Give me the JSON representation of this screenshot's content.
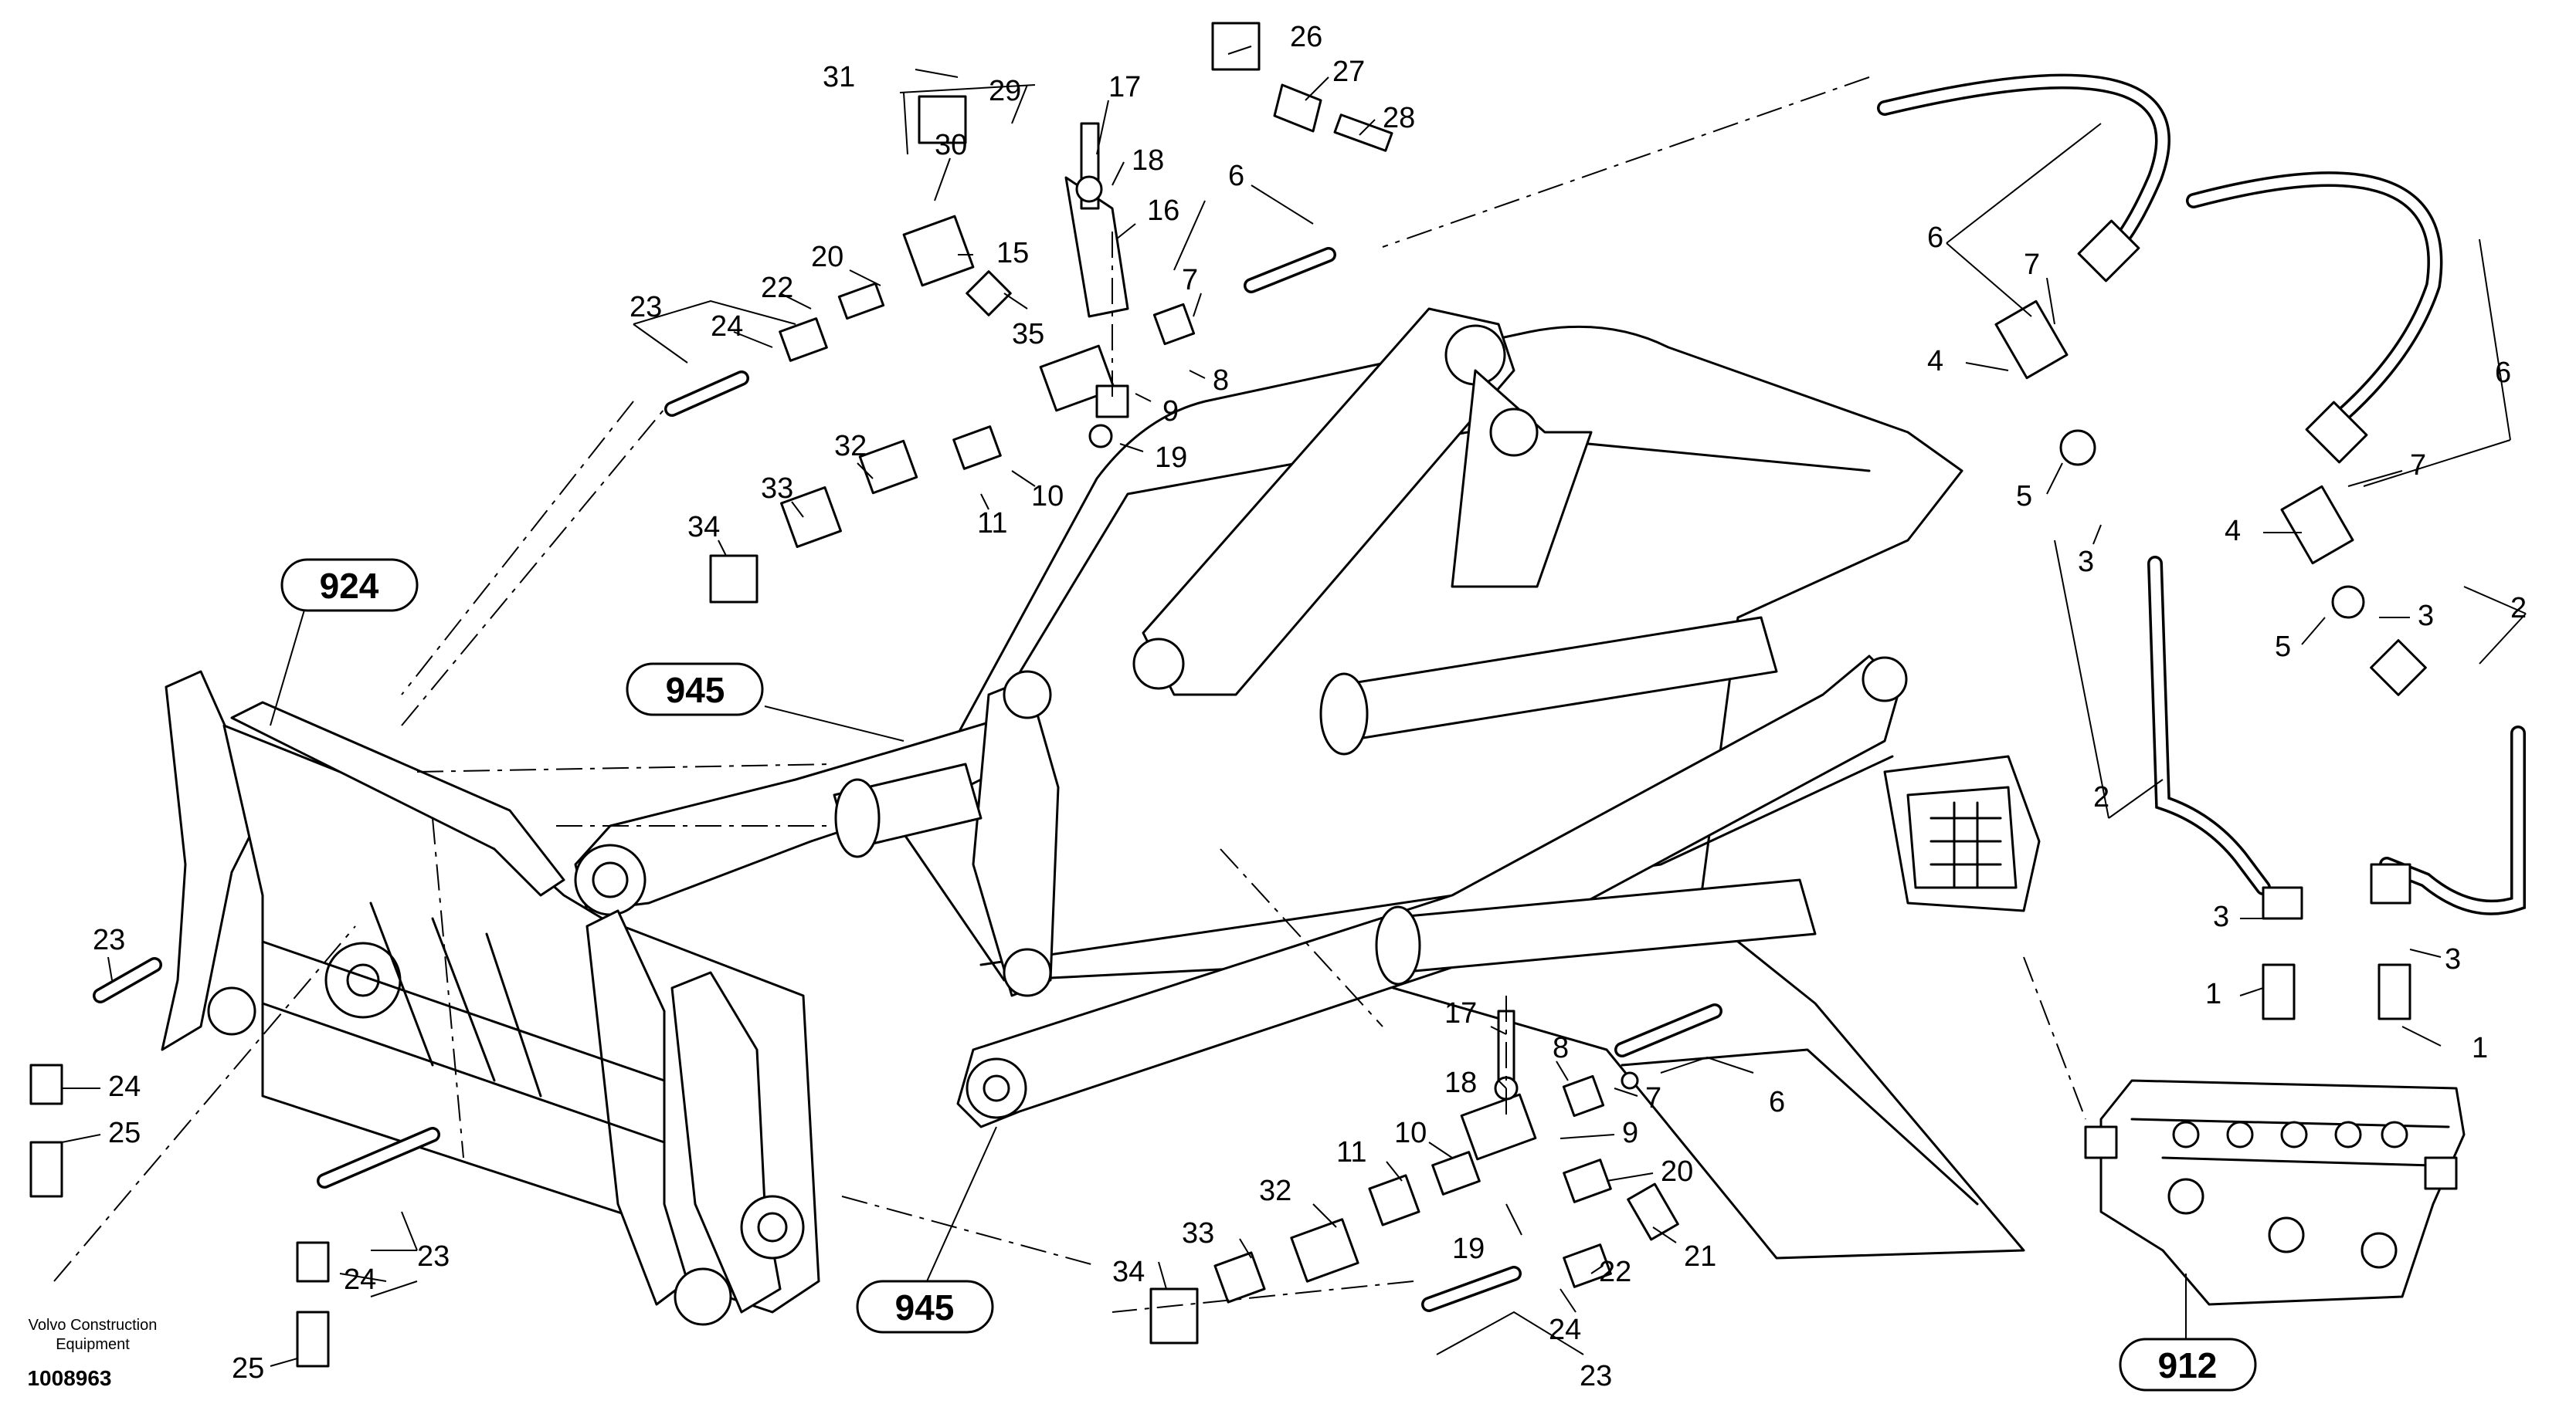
{
  "diagram": {
    "part_numbers": [
      {
        "label": "31"
      },
      {
        "label": "29"
      },
      {
        "label": "30"
      },
      {
        "label": "17"
      },
      {
        "label": "18"
      },
      {
        "label": "16"
      },
      {
        "label": "26"
      },
      {
        "label": "27"
      },
      {
        "label": "28"
      },
      {
        "label": "15"
      },
      {
        "label": "20"
      },
      {
        "label": "22"
      },
      {
        "label": "24"
      },
      {
        "label": "23"
      },
      {
        "label": "35"
      },
      {
        "label": "6"
      },
      {
        "label": "7"
      },
      {
        "label": "8"
      },
      {
        "label": "9"
      },
      {
        "label": "19"
      },
      {
        "label": "10"
      },
      {
        "label": "11"
      },
      {
        "label": "32"
      },
      {
        "label": "33"
      },
      {
        "label": "34"
      },
      {
        "label": "6"
      },
      {
        "label": "7"
      },
      {
        "label": "4"
      },
      {
        "label": "5"
      },
      {
        "label": "3"
      },
      {
        "label": "2"
      },
      {
        "label": "3"
      },
      {
        "label": "1"
      },
      {
        "label": "6"
      },
      {
        "label": "7"
      },
      {
        "label": "4"
      },
      {
        "label": "5"
      },
      {
        "label": "3"
      },
      {
        "label": "2"
      },
      {
        "label": "3"
      },
      {
        "label": "1"
      },
      {
        "label": "23"
      },
      {
        "label": "24"
      },
      {
        "label": "25"
      },
      {
        "label": "24"
      },
      {
        "label": "23"
      },
      {
        "label": "25"
      },
      {
        "label": "17"
      },
      {
        "label": "8"
      },
      {
        "label": "18"
      },
      {
        "label": "7"
      },
      {
        "label": "6"
      },
      {
        "label": "9"
      },
      {
        "label": "10"
      },
      {
        "label": "11"
      },
      {
        "label": "20"
      },
      {
        "label": "32"
      },
      {
        "label": "19"
      },
      {
        "label": "21"
      },
      {
        "label": "33"
      },
      {
        "label": "22"
      },
      {
        "label": "34"
      },
      {
        "label": "24"
      },
      {
        "label": "23"
      }
    ],
    "reference_groups": [
      {
        "label": "924"
      },
      {
        "label": "945"
      },
      {
        "label": "945"
      },
      {
        "label": "912"
      }
    ],
    "credit": {
      "line1": "Volvo Construction",
      "line2": "Equipment",
      "id": "1008963"
    }
  }
}
